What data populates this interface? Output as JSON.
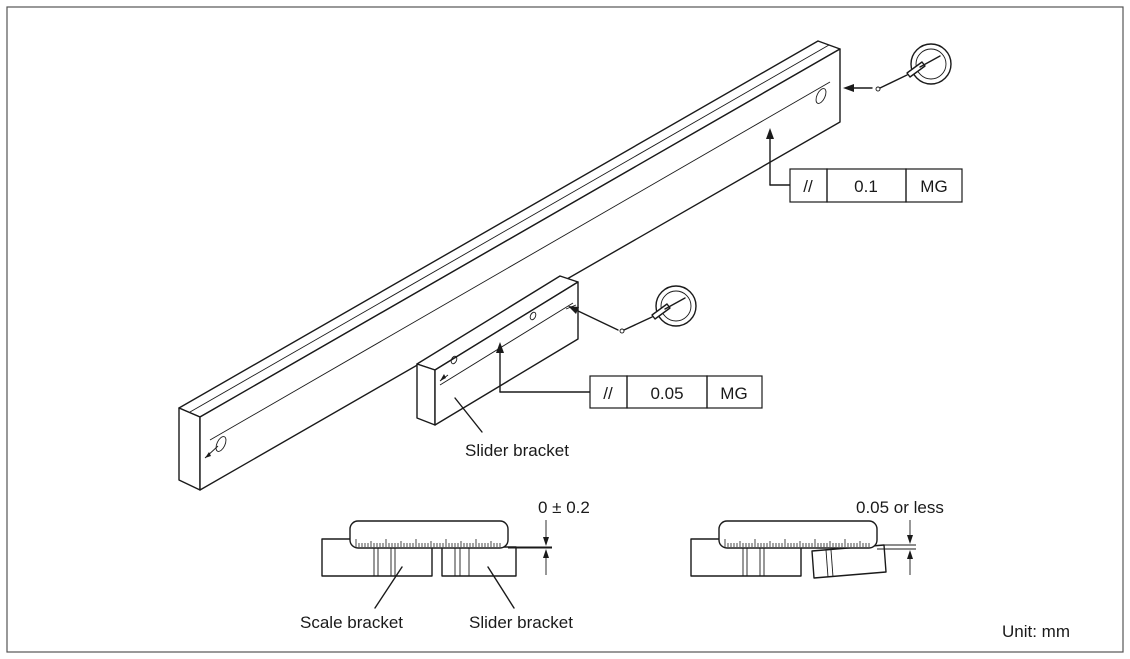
{
  "callout_upper": {
    "symbol": "//",
    "tolerance": "0.1",
    "datum": "MG"
  },
  "callout_lower": {
    "symbol": "//",
    "tolerance": "0.05",
    "datum": "MG"
  },
  "labels": {
    "slider_bracket_main": "Slider bracket",
    "scale_bracket": "Scale bracket",
    "slider_bracket_detail": "Slider bracket",
    "offset_left": "0 ± 0.2",
    "offset_right": "0.05 or less",
    "unit": "Unit: mm"
  },
  "icons": [
    "dial-indicator-icon",
    "dial-indicator-icon",
    "parallelism-symbol"
  ]
}
